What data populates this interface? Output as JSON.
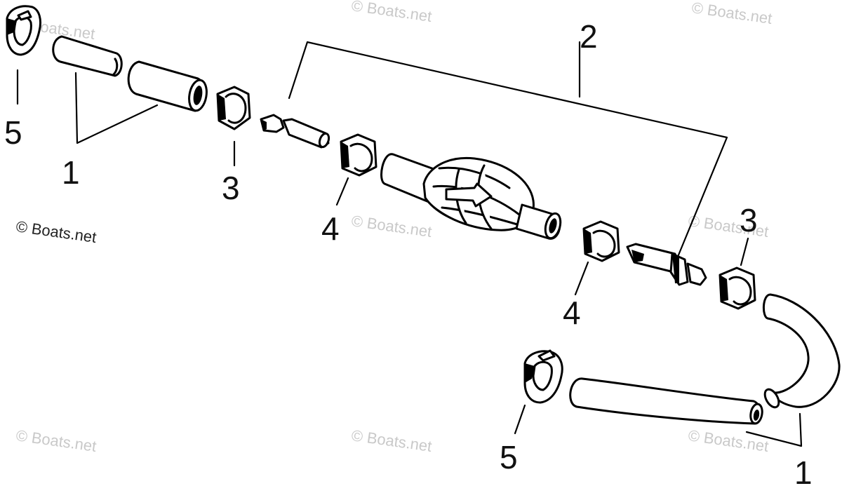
{
  "callouts": {
    "hose_top_left": "1",
    "hose_bottom_right": "1",
    "primer_bulb_assembly": "2",
    "clamp_left": "3",
    "clamp_right": "3",
    "fitting_left": "4",
    "fitting_right": "4",
    "clip_top_left": "5",
    "clip_bottom": "5"
  },
  "watermark": {
    "main": "© Boats.net",
    "faint": "© Boats.net"
  }
}
